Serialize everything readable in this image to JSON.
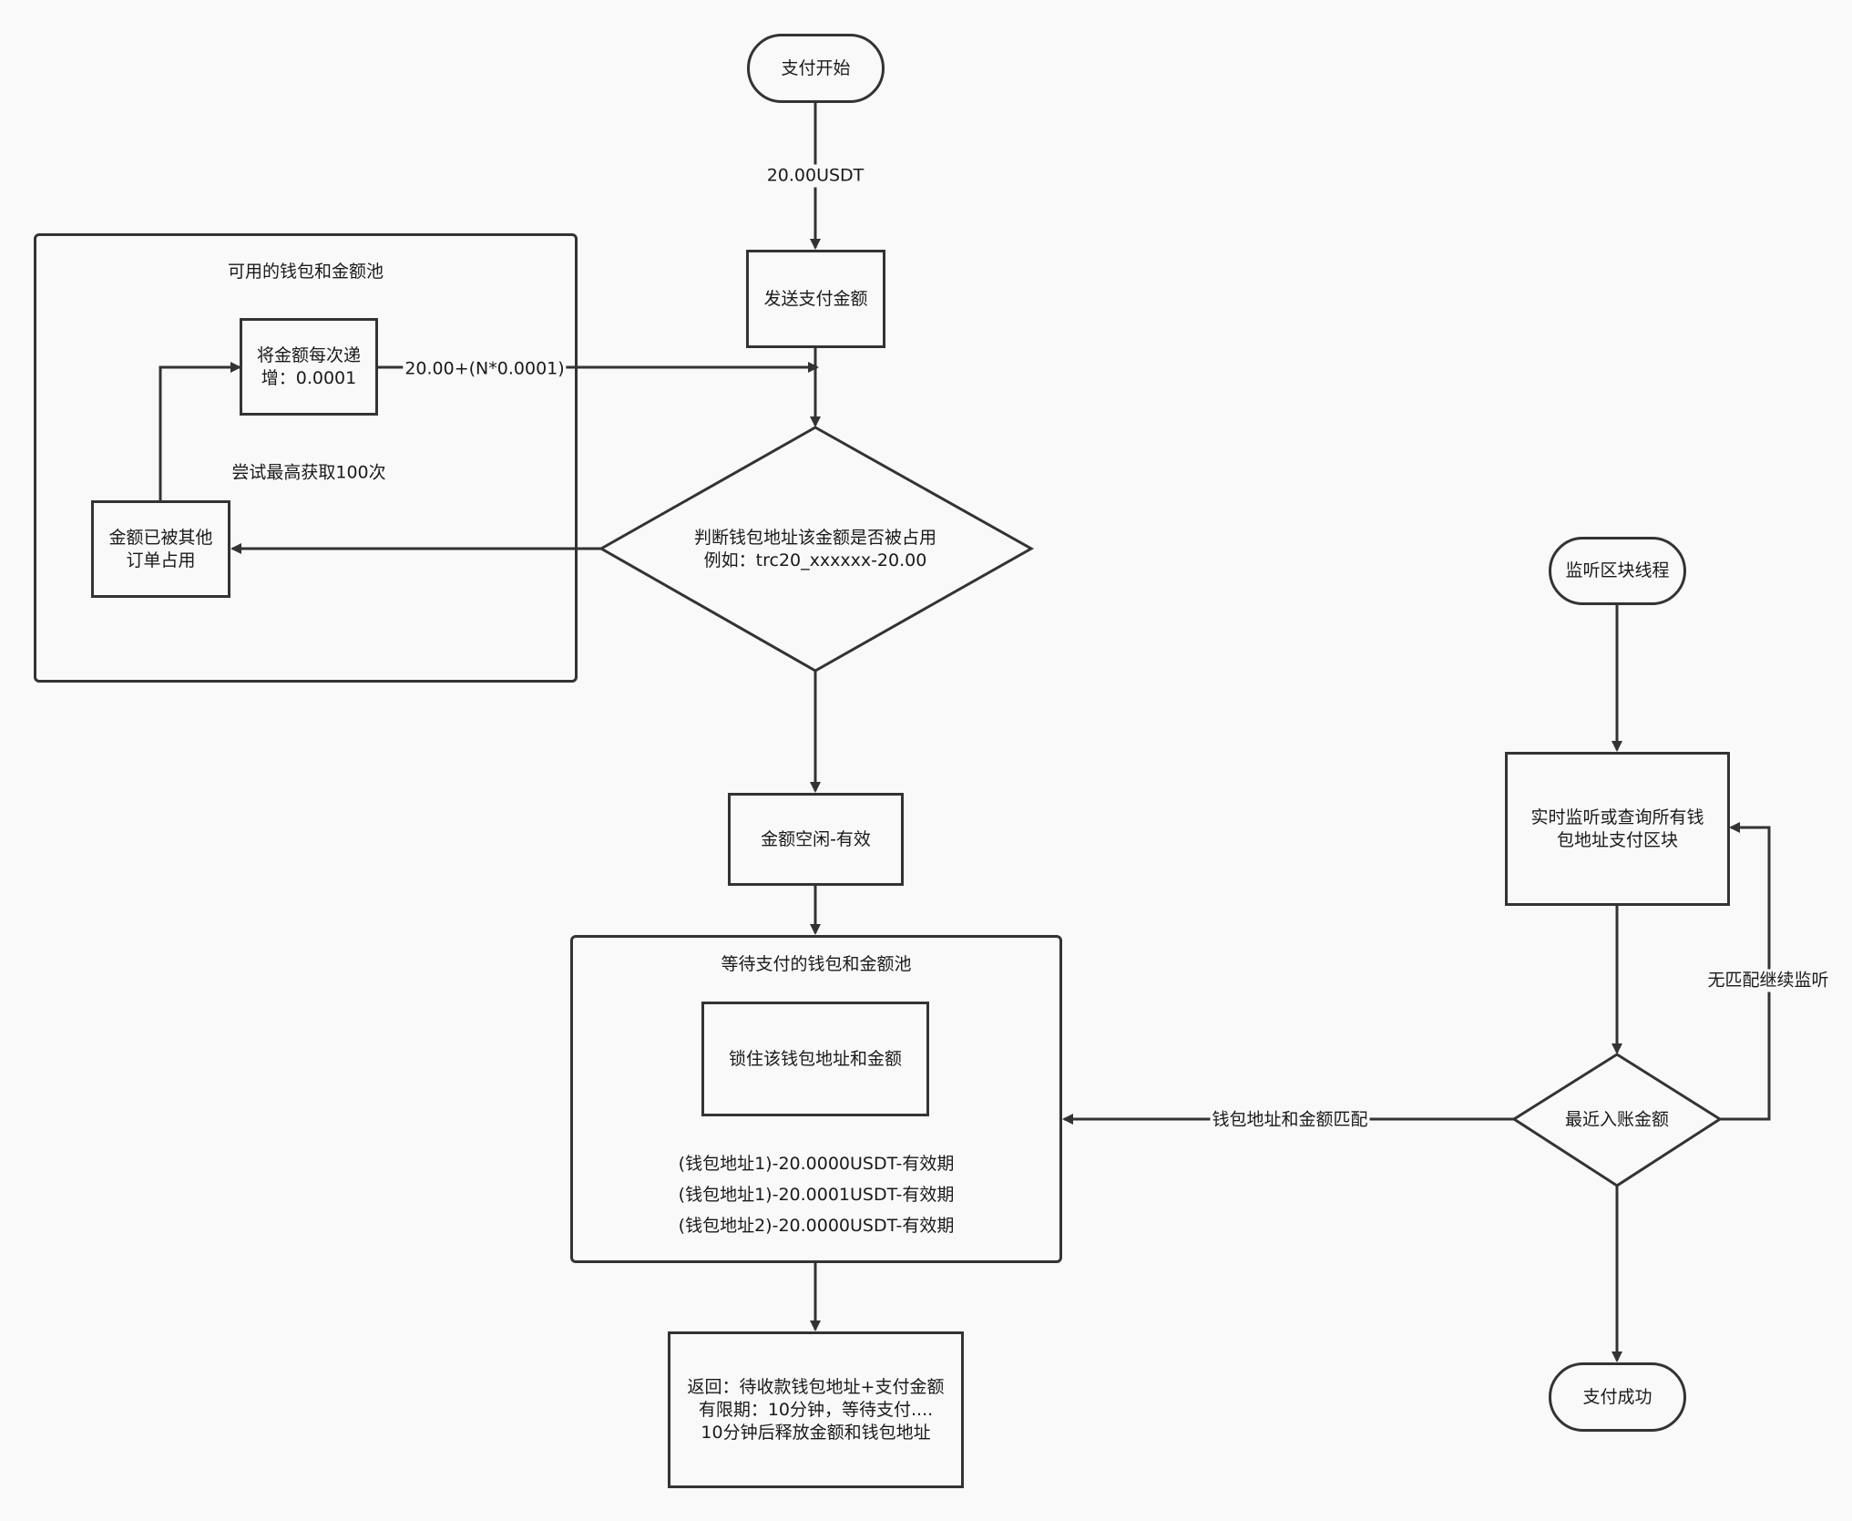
{
  "nodes": {
    "start": "支付开始",
    "send_amount": "发送支付金额",
    "increment": "将金额每次递\n增：0.0001",
    "occupied": "金额已被其他\n订单占用",
    "judge": "判断钱包地址该金额是否被占用\n例如：trc20_xxxxxx-20.00",
    "free_valid": "金额空闲-有效",
    "lock": "锁住该钱包地址和金额",
    "return_info": "返回：待收款钱包地址+支付金额\n有限期：10分钟，等待支付....\n10分钟后释放金额和钱包地址",
    "listen_thread": "监听区块线程",
    "realtime_monitor": "实时监听或查询所有钱\n包地址支付区块",
    "recent_amount": "最近入账金额",
    "pay_success": "支付成功"
  },
  "containers": {
    "available_pool": "可用的钱包和金额池",
    "waiting_pool": "等待支付的钱包和金额池"
  },
  "waiting_pool_items": [
    "(钱包地址1)-20.0000USDT-有效期",
    "(钱包地址1)-20.0001USDT-有效期",
    "(钱包地址2)-20.0000USDT-有效期"
  ],
  "edge_labels": {
    "amount": "20.00USDT",
    "formula": "20.00+(N*0.0001)",
    "max_retry": "尝试最高获取100次",
    "match": "钱包地址和金额匹配",
    "no_match": "无匹配继续监听"
  },
  "colors": {
    "stroke": "#333333",
    "background": "#f9f9f9"
  }
}
